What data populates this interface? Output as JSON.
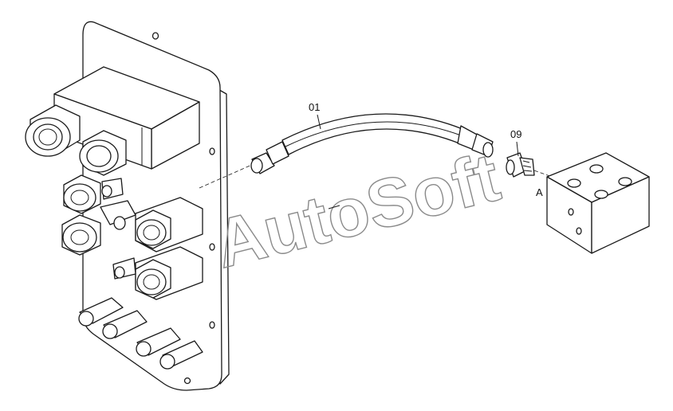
{
  "callouts": {
    "hose": "01",
    "adapter": "09",
    "port": "A"
  },
  "watermark": {
    "text": "AutoSoft",
    "color": "#8a8a8a"
  },
  "colors": {
    "line": "#1a1a1a",
    "background": "#ffffff"
  },
  "icons": [
    "mounting-plate",
    "valve-block",
    "hose-assembly",
    "straight-adapter",
    "manifold-block"
  ]
}
